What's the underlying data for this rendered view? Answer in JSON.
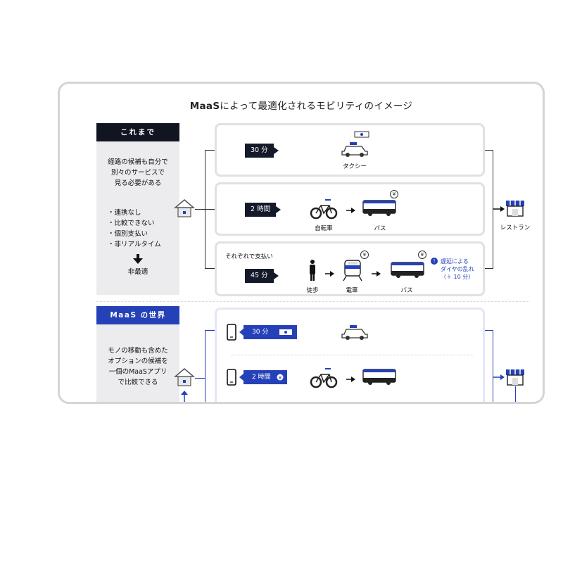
{
  "title_prefix": "MaaS",
  "title_rest": "によって最適化されるモビリティのイメージ",
  "before": {
    "header": "これまで",
    "desc": [
      "経路の候補も自分で",
      "別々のサービスで",
      "見る必要がある"
    ],
    "bullets": [
      "・連携なし",
      "・比較できない",
      "・個別支払い",
      "・非リアルタイム"
    ],
    "result": "非最適",
    "routes": [
      {
        "time": "30 分",
        "modes": [
          "タクシー"
        ]
      },
      {
        "time": "2 時間",
        "modes": [
          "自転車",
          "バス"
        ]
      },
      {
        "time": "45 分",
        "note": "それぞれで支払い",
        "modes": [
          "徒歩",
          "電車",
          "バス"
        ],
        "alert": [
          "遅延による",
          "ダイヤの乱れ",
          "（＋ 10 分）"
        ]
      }
    ],
    "destination": "レストラン",
    "yen_symbol": "¥",
    "alert_symbol": "!"
  },
  "maas": {
    "header": "MaaS の世界",
    "desc": [
      "モノの移動も含めた",
      "オプションの候補を",
      "一個のMaaSアプリ",
      "で比較できる"
    ],
    "routes": [
      {
        "time": "30 分"
      },
      {
        "time": "2 時間"
      }
    ]
  },
  "colors": {
    "accent": "#2541b8",
    "dark": "#151a2b",
    "panel": "#ececee",
    "border": "#e1e1e3"
  }
}
